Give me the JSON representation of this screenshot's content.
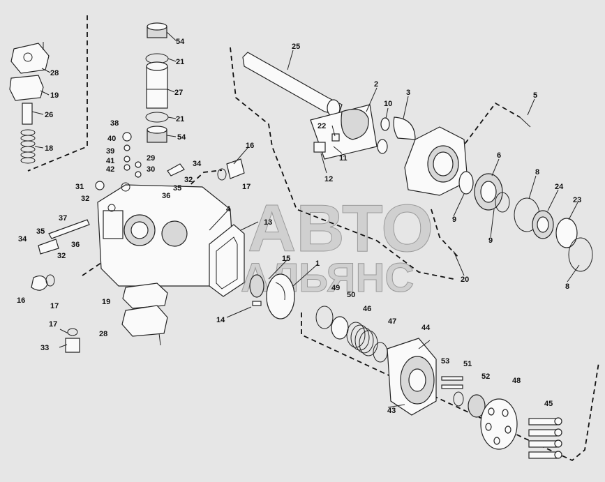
{
  "watermark": {
    "line1": "АВТО",
    "line2": "АЛЬЯНС"
  },
  "callouts": [
    {
      "id": "c54a",
      "text": "54"
    },
    {
      "id": "c21a",
      "text": "21"
    },
    {
      "id": "c27",
      "text": "27"
    },
    {
      "id": "c21b",
      "text": "21"
    },
    {
      "id": "c54b",
      "text": "54"
    },
    {
      "id": "c28a",
      "text": "28"
    },
    {
      "id": "c19a",
      "text": "19"
    },
    {
      "id": "c26",
      "text": "26"
    },
    {
      "id": "c18",
      "text": "18"
    },
    {
      "id": "c25",
      "text": "25"
    },
    {
      "id": "c2",
      "text": "2"
    },
    {
      "id": "c3",
      "text": "3"
    },
    {
      "id": "c10",
      "text": "10"
    },
    {
      "id": "c22",
      "text": "22"
    },
    {
      "id": "c11",
      "text": "11"
    },
    {
      "id": "c12",
      "text": "12"
    },
    {
      "id": "c5",
      "text": "5"
    },
    {
      "id": "c6",
      "text": "6"
    },
    {
      "id": "c8a",
      "text": "8"
    },
    {
      "id": "c24",
      "text": "24"
    },
    {
      "id": "c23",
      "text": "23"
    },
    {
      "id": "c9a",
      "text": "9"
    },
    {
      "id": "c9b",
      "text": "9"
    },
    {
      "id": "c20",
      "text": "20"
    },
    {
      "id": "c8b",
      "text": "8"
    },
    {
      "id": "c38",
      "text": "38"
    },
    {
      "id": "c40",
      "text": "40"
    },
    {
      "id": "c39",
      "text": "39"
    },
    {
      "id": "c41",
      "text": "41"
    },
    {
      "id": "c42",
      "text": "42"
    },
    {
      "id": "c29",
      "text": "29"
    },
    {
      "id": "c30",
      "text": "30"
    },
    {
      "id": "c16a",
      "text": "16"
    },
    {
      "id": "c34",
      "text": "34"
    },
    {
      "id": "c32a",
      "text": "32"
    },
    {
      "id": "c35a",
      "text": "35"
    },
    {
      "id": "c17a",
      "text": "17"
    },
    {
      "id": "c31",
      "text": "31"
    },
    {
      "id": "c32b",
      "text": "32"
    },
    {
      "id": "c36a",
      "text": "36"
    },
    {
      "id": "c4",
      "text": "4"
    },
    {
      "id": "c37",
      "text": "37"
    },
    {
      "id": "c13",
      "text": "13"
    },
    {
      "id": "c35b",
      "text": "35"
    },
    {
      "id": "c36b",
      "text": "36"
    },
    {
      "id": "c34b",
      "text": "34"
    },
    {
      "id": "c32c",
      "text": "32"
    },
    {
      "id": "c15",
      "text": "15"
    },
    {
      "id": "c1",
      "text": "1"
    },
    {
      "id": "c16b",
      "text": "16"
    },
    {
      "id": "c17b",
      "text": "17"
    },
    {
      "id": "c19b",
      "text": "19"
    },
    {
      "id": "c14",
      "text": "14"
    },
    {
      "id": "c49",
      "text": "49"
    },
    {
      "id": "c50",
      "text": "50"
    },
    {
      "id": "c46",
      "text": "46"
    },
    {
      "id": "c47",
      "text": "47"
    },
    {
      "id": "c44",
      "text": "44"
    },
    {
      "id": "c17c",
      "text": "17"
    },
    {
      "id": "c28b",
      "text": "28"
    },
    {
      "id": "c33",
      "text": "33"
    },
    {
      "id": "c53",
      "text": "53"
    },
    {
      "id": "c51",
      "text": "51"
    },
    {
      "id": "c52",
      "text": "52"
    },
    {
      "id": "c48",
      "text": "48"
    },
    {
      "id": "c43",
      "text": "43"
    },
    {
      "id": "c45",
      "text": "45"
    }
  ]
}
